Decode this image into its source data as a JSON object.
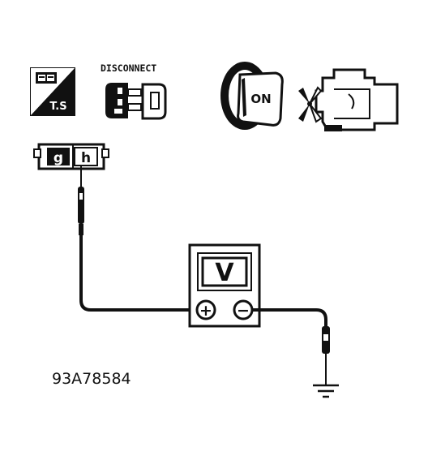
{
  "icons": {
    "service_manual_badge": {
      "text": "T.S"
    },
    "disconnect": {
      "label": "DISCONNECT"
    },
    "ignition_key": {
      "label": "ON"
    },
    "engine": {}
  },
  "connector": {
    "terminals": [
      "g",
      "h"
    ]
  },
  "voltmeter": {
    "display": "V",
    "positive_terminal": "+",
    "negative_terminal": "−"
  },
  "figure_id": "93A78584",
  "colors": {
    "ink": "#111111",
    "paper": "#ffffff"
  }
}
